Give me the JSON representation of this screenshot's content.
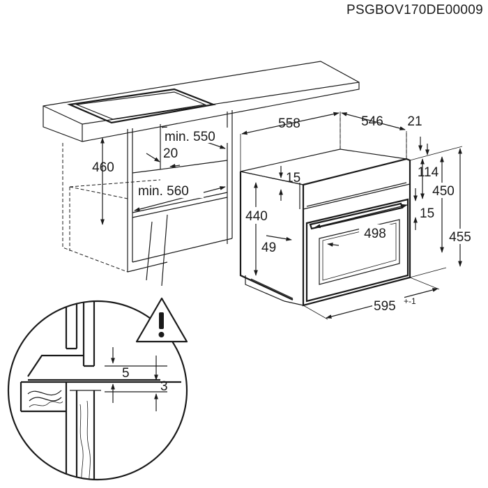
{
  "doc_code": "PSGBOV170DE00009",
  "cabinet": {
    "dim_460": "460",
    "min_550": "min. 550",
    "dim_20": "20",
    "min_560": "min. 560"
  },
  "oven": {
    "dim_558": "558",
    "dim_546": "546",
    "dim_21": "21",
    "dim_15_top": "15",
    "dim_114": "114",
    "dim_450": "450",
    "dim_15_mid": "15",
    "dim_440": "440",
    "dim_498": "498",
    "dim_49": "49",
    "dim_455": "455",
    "dim_595": "595",
    "tol_595": "+-1"
  },
  "detail": {
    "dim_5": "5",
    "dim_3": "3",
    "warning_icon": "warning-triangle-icon"
  }
}
